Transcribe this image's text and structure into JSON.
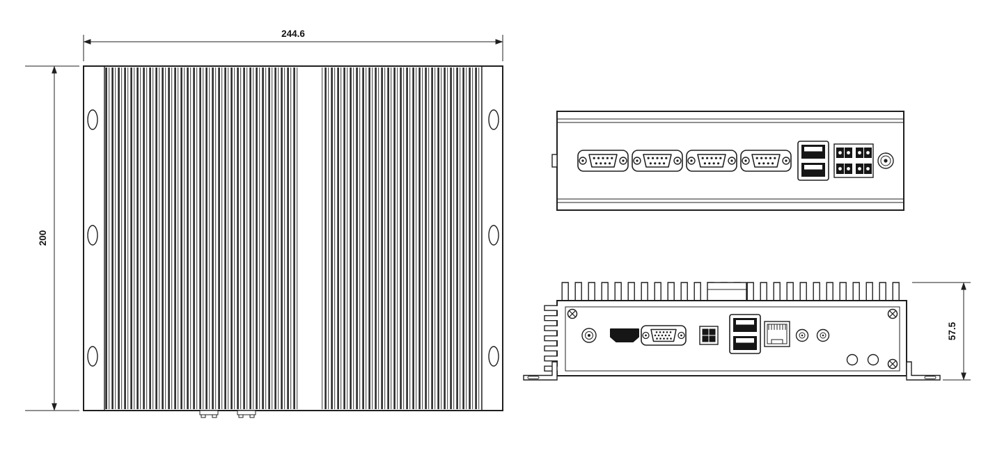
{
  "drawing": {
    "dimensions": {
      "top_view_width_mm": "244.6",
      "top_view_height_mm": "200",
      "rear_view_height_mm": "57.5"
    },
    "colors": {
      "line": "#1f1f1f",
      "background": "#ffffff",
      "connector_fill": "#161616"
    }
  }
}
